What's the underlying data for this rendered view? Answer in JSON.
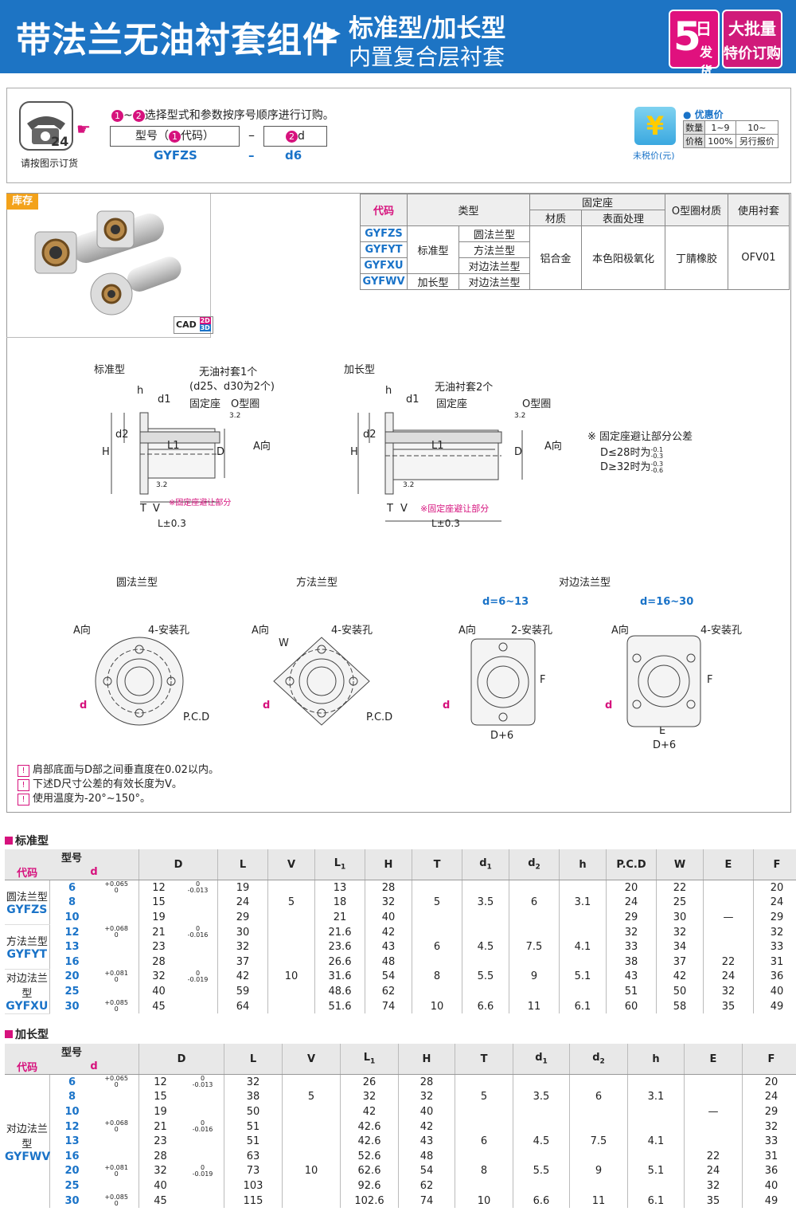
{
  "header": {
    "title": "带法兰无油衬套组件",
    "subtitle1": "标准型/加长型",
    "subtitle2": "内置复合层衬套",
    "badge_days_num": "5",
    "badge_days_text1": "日",
    "badge_days_text2": "发货",
    "badge_bulk_text1": "大批量",
    "badge_bulk_text2": "特价订购"
  },
  "order": {
    "phone_caption": "请按图示订货",
    "steps_text": "选择型式和参数按序号顺序进行订购。",
    "step1_num": "1",
    "step_sep": "~",
    "step2_num": "2",
    "col1_label": "型号（",
    "col1_label_num": "1",
    "col1_label_end": "代码）",
    "dash": "–",
    "col2_num": "2",
    "col2_label": "d",
    "example_code": "GYFZS",
    "example_dash": "–",
    "example_d": "d6",
    "price_icon": "¥",
    "price_caption": "未税价(元)",
    "price_title": "优惠价",
    "price_row1": [
      "数量",
      "1~9",
      "10~"
    ],
    "price_row2": [
      "价格",
      "100%",
      "另行报价"
    ]
  },
  "product": {
    "stock_tag": "库存",
    "cad_label": "CAD",
    "cad_2d": "2D",
    "cad_3d": "3D",
    "spec_headers": {
      "code": "代码",
      "type": "类型",
      "seat": "固定座",
      "material": "材质",
      "surface": "表面处理",
      "oring": "O型圈材质",
      "bushing": "使用衬套"
    },
    "spec_rows": [
      {
        "code": "GYFZS",
        "type2": "圆法兰型"
      },
      {
        "code": "GYFYT",
        "type2": "方法兰型"
      },
      {
        "code": "GYFXU",
        "type2": "对边法兰型"
      },
      {
        "code": "GYFWV",
        "type2": "对边法兰型"
      }
    ],
    "type_std": "标准型",
    "type_long": "加长型",
    "material": "铝合金",
    "surface": "本色阳极氧化",
    "oring": "丁腈橡胶",
    "bushing": "OFV01"
  },
  "drawings": {
    "std_title": "标准型",
    "long_title": "加长型",
    "std_bushing": "无油衬套1个",
    "std_bushing_note": "(d25、d30为2个)",
    "long_bushing": "无油衬套2个",
    "seat": "固定座",
    "oring": "O型圈",
    "a_dir": "A向",
    "roughness": "3.2",
    "dim_h": "h",
    "dim_d1": "d1",
    "dim_d2": "d2",
    "dim_H": "H",
    "dim_D": "D",
    "dim_L1": "L1",
    "dim_T": "T",
    "dim_V": "V",
    "dim_L": "L±0.3",
    "std_avoid_note": "※固定座避让部分",
    "long_avoid_note": "※固定座避让部分",
    "tol_note_title": "※ 固定座避让部分公差",
    "tol_note_1": "D≤28时为",
    "tol_note_1_sup": "-0.1",
    "tol_note_1_sub": "-0.3",
    "tol_note_2": "D≥32时为",
    "tol_note_2_sup": "-0.3",
    "tol_note_2_sub": "-0.6",
    "round_title": "圆法兰型",
    "square_title": "方法兰型",
    "flat_title": "对边法兰型",
    "flat_range1": "d=6~13",
    "flat_range2": "d=16~30",
    "holes4": "4-安装孔",
    "holes2": "2-安装孔",
    "pcd": "P.C.D",
    "dim_small_d": "d",
    "dim_W": "W",
    "dim_F": "F",
    "dim_E": "E",
    "dim_D6": "D+6",
    "notes": [
      "肩部底面与D部之间垂直度在0.02以内。",
      "下述D尺寸公差的有效长度为V。",
      "使用温度为-20°~150°。"
    ]
  },
  "std_table": {
    "title": "标准型",
    "hdr_model": "型号",
    "hdr_code": "代码",
    "hdr_d": "d",
    "cols": [
      "D",
      "L",
      "V",
      "L1",
      "H",
      "T",
      "d1",
      "d2",
      "h",
      "P.C.D",
      "W",
      "E",
      "F"
    ],
    "groups": [
      {
        "name": "圆法兰型",
        "code": "GYFZS"
      },
      {
        "name": "方法兰型",
        "code": "GYFYT"
      },
      {
        "name": "对边法兰型",
        "code": "GYFXU"
      }
    ],
    "rows": [
      {
        "d": "6",
        "dtol": "+0.065 0",
        "D": "12",
        "Dtol": "0 -0.013",
        "L": "19",
        "V": "",
        "L1": "13",
        "H": "28",
        "T": "",
        "d1": "",
        "d2": "",
        "h": "",
        "PCD": "20",
        "W": "22",
        "E": "",
        "F": "20"
      },
      {
        "d": "8",
        "dtol": "",
        "D": "15",
        "Dtol": "",
        "L": "24",
        "V": "5",
        "L1": "18",
        "H": "32",
        "T": "5",
        "d1": "3.5",
        "d2": "6",
        "h": "3.1",
        "PCD": "24",
        "W": "25",
        "E": "",
        "F": "24"
      },
      {
        "d": "10",
        "dtol": "",
        "D": "19",
        "Dtol": "",
        "L": "29",
        "V": "",
        "L1": "21",
        "H": "40",
        "T": "",
        "d1": "",
        "d2": "",
        "h": "",
        "PCD": "29",
        "W": "30",
        "E": "—",
        "F": "29"
      },
      {
        "d": "12",
        "dtol": "+0.068 0",
        "D": "21",
        "Dtol": "0 -0.016",
        "L": "30",
        "V": "",
        "L1": "21.6",
        "H": "42",
        "T": "",
        "d1": "",
        "d2": "",
        "h": "",
        "PCD": "32",
        "W": "32",
        "E": "",
        "F": "32"
      },
      {
        "d": "13",
        "dtol": "",
        "D": "23",
        "Dtol": "",
        "L": "32",
        "V": "",
        "L1": "23.6",
        "H": "43",
        "T": "6",
        "d1": "4.5",
        "d2": "7.5",
        "h": "4.1",
        "PCD": "33",
        "W": "34",
        "E": "",
        "F": "33"
      },
      {
        "d": "16",
        "dtol": "",
        "D": "28",
        "Dtol": "",
        "L": "37",
        "V": "",
        "L1": "26.6",
        "H": "48",
        "T": "",
        "d1": "",
        "d2": "",
        "h": "",
        "PCD": "38",
        "W": "37",
        "E": "22",
        "F": "31"
      },
      {
        "d": "20",
        "dtol": "+0.081 0",
        "D": "32",
        "Dtol": "0 -0.019",
        "L": "42",
        "V": "10",
        "L1": "31.6",
        "H": "54",
        "T": "8",
        "d1": "5.5",
        "d2": "9",
        "h": "5.1",
        "PCD": "43",
        "W": "42",
        "E": "24",
        "F": "36"
      },
      {
        "d": "25",
        "dtol": "",
        "D": "40",
        "Dtol": "",
        "L": "59",
        "V": "",
        "L1": "48.6",
        "H": "62",
        "T": "",
        "d1": "",
        "d2": "",
        "h": "",
        "PCD": "51",
        "W": "50",
        "E": "32",
        "F": "40"
      },
      {
        "d": "30",
        "dtol": "+0.085 0",
        "D": "45",
        "Dtol": "",
        "L": "64",
        "V": "",
        "L1": "51.6",
        "H": "74",
        "T": "10",
        "d1": "6.6",
        "d2": "11",
        "h": "6.1",
        "PCD": "60",
        "W": "58",
        "E": "35",
        "F": "49"
      }
    ]
  },
  "long_table": {
    "title": "加长型",
    "hdr_model": "型号",
    "hdr_code": "代码",
    "hdr_d": "d",
    "cols": [
      "D",
      "L",
      "V",
      "L1",
      "H",
      "T",
      "d1",
      "d2",
      "h",
      "E",
      "F"
    ],
    "group": {
      "name": "对边法兰型",
      "code": "GYFWV"
    },
    "rows": [
      {
        "d": "6",
        "dtol": "+0.065 0",
        "D": "12",
        "Dtol": "0 -0.013",
        "L": "32",
        "V": "",
        "L1": "26",
        "H": "28",
        "T": "",
        "d1": "",
        "d2": "",
        "h": "",
        "E": "",
        "F": "20"
      },
      {
        "d": "8",
        "dtol": "",
        "D": "15",
        "Dtol": "",
        "L": "38",
        "V": "5",
        "L1": "32",
        "H": "32",
        "T": "5",
        "d1": "3.5",
        "d2": "6",
        "h": "3.1",
        "E": "",
        "F": "24"
      },
      {
        "d": "10",
        "dtol": "",
        "D": "19",
        "Dtol": "",
        "L": "50",
        "V": "",
        "L1": "42",
        "H": "40",
        "T": "",
        "d1": "",
        "d2": "",
        "h": "",
        "E": "—",
        "F": "29"
      },
      {
        "d": "12",
        "dtol": "+0.068 0",
        "D": "21",
        "Dtol": "0 -0.016",
        "L": "51",
        "V": "",
        "L1": "42.6",
        "H": "42",
        "T": "",
        "d1": "",
        "d2": "",
        "h": "",
        "E": "",
        "F": "32"
      },
      {
        "d": "13",
        "dtol": "",
        "D": "23",
        "Dtol": "",
        "L": "51",
        "V": "",
        "L1": "42.6",
        "H": "43",
        "T": "6",
        "d1": "4.5",
        "d2": "7.5",
        "h": "4.1",
        "E": "",
        "F": "33"
      },
      {
        "d": "16",
        "dtol": "",
        "D": "28",
        "Dtol": "",
        "L": "63",
        "V": "",
        "L1": "52.6",
        "H": "48",
        "T": "",
        "d1": "",
        "d2": "",
        "h": "",
        "E": "22",
        "F": "31"
      },
      {
        "d": "20",
        "dtol": "+0.081 0",
        "D": "32",
        "Dtol": "0 -0.019",
        "L": "73",
        "V": "10",
        "L1": "62.6",
        "H": "54",
        "T": "8",
        "d1": "5.5",
        "d2": "9",
        "h": "5.1",
        "E": "24",
        "F": "36"
      },
      {
        "d": "25",
        "dtol": "",
        "D": "40",
        "Dtol": "",
        "L": "103",
        "V": "",
        "L1": "92.6",
        "H": "62",
        "T": "",
        "d1": "",
        "d2": "",
        "h": "",
        "E": "32",
        "F": "40"
      },
      {
        "d": "30",
        "dtol": "+0.085 0",
        "D": "45",
        "Dtol": "",
        "L": "115",
        "V": "",
        "L1": "102.6",
        "H": "74",
        "T": "10",
        "d1": "6.6",
        "d2": "11",
        "h": "6.1",
        "E": "35",
        "F": "49"
      }
    ]
  },
  "colors": {
    "brand_blue": "#1d74c4",
    "accent_pink": "#d6127d",
    "code_blue": "#1a73c8",
    "stock_orange": "#f3a21a"
  }
}
